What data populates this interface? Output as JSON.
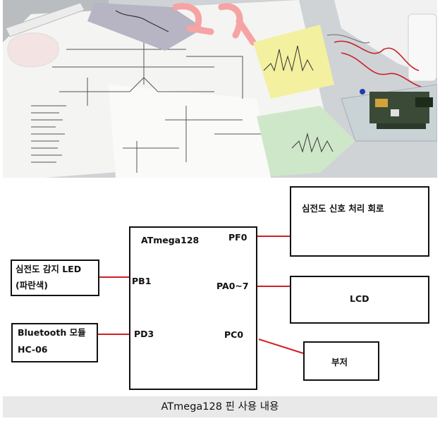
{
  "mcu": {
    "name": "ATmega128"
  },
  "pins": {
    "pf0": "PF0",
    "pb1": "PB1",
    "pa": "PA0~7",
    "pd3": "PD3",
    "pc0": "PC0"
  },
  "blocks": {
    "ecg_circuit": "심전도 신호 처리 회로",
    "led_line1": "심전도 감지 LED",
    "led_line2": "(파란색)",
    "lcd": "LCD",
    "bt_line1": "Bluetooth 모듈",
    "bt_line2": "HC-06",
    "buzzer": "부저"
  },
  "colors": {
    "wire": "#d11f24",
    "caption_bg": "#e9e9e9"
  },
  "caption": "ATmega128 핀 사용 내용"
}
